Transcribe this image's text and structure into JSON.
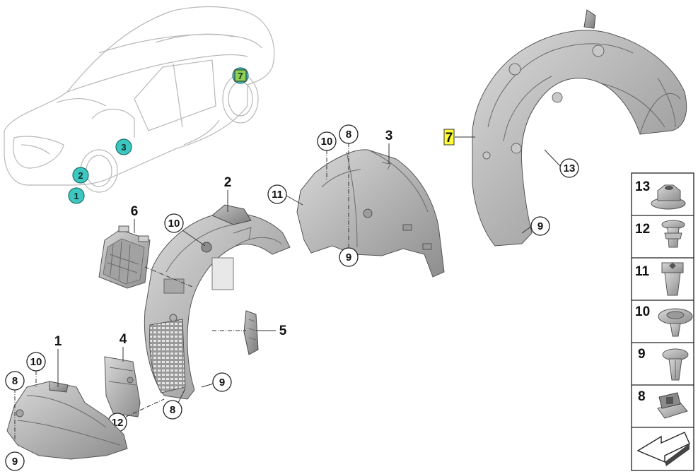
{
  "diagram": {
    "car_markers": [
      {
        "id": "1",
        "color": "#3cc8c0"
      },
      {
        "id": "2",
        "color": "#3cc8c0"
      },
      {
        "id": "3",
        "color": "#3cc8c0"
      },
      {
        "id": "7",
        "color": "#8fd14f"
      }
    ],
    "parts": {
      "p1": "1",
      "p2": "2",
      "p3": "3",
      "p4": "4",
      "p5": "5",
      "p6": "6",
      "p7": "7",
      "p13": "13",
      "c8a": "8",
      "c9a": "9",
      "c10a": "10",
      "c10b": "10",
      "c12": "12",
      "c8b": "8",
      "c9b": "9",
      "c10c": "10",
      "c8c": "8",
      "c11": "11",
      "c9c": "9",
      "c9d": "9",
      "c13": "13"
    },
    "side_panel": [
      {
        "num": "13",
        "icon": "flange-nut-icon"
      },
      {
        "num": "12",
        "icon": "push-clip-icon"
      },
      {
        "num": "11",
        "icon": "expansion-nut-icon"
      },
      {
        "num": "10",
        "icon": "washer-clip-icon"
      },
      {
        "num": "9",
        "icon": "spreader-rivet-icon"
      },
      {
        "num": "8",
        "icon": "spring-nut-icon"
      }
    ],
    "colors": {
      "marker_teal": "#3cc8c0",
      "marker_green": "#8fd14f",
      "highlight_yellow": "#ffff33"
    }
  }
}
